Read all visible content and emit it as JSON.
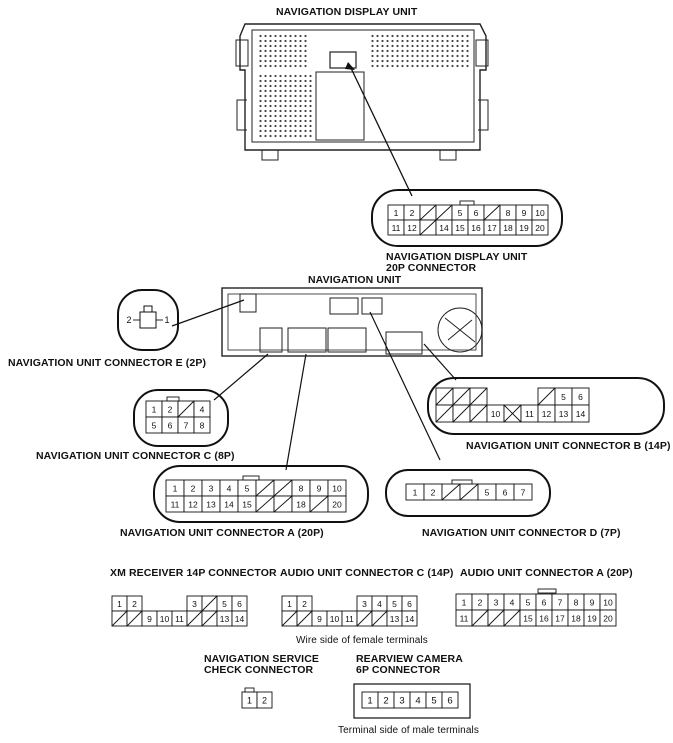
{
  "titles": {
    "display_unit": "NAVIGATION DISPLAY UNIT",
    "display_connector_line1": "NAVIGATION DISPLAY UNIT",
    "display_connector_line2": "20P CONNECTOR",
    "nav_unit": "NAVIGATION UNIT",
    "conn_e": "NAVIGATION UNIT CONNECTOR E (2P)",
    "conn_b": "NAVIGATION UNIT CONNECTOR B (14P)",
    "conn_c": "NAVIGATION UNIT CONNECTOR C (8P)",
    "conn_a": "NAVIGATION UNIT CONNECTOR A (20P)",
    "conn_d": "NAVIGATION UNIT CONNECTOR D (7P)",
    "xm": "XM RECEIVER 14P CONNECTOR",
    "audio_c": "AUDIO UNIT CONNECTOR C (14P)",
    "audio_a": "AUDIO UNIT CONNECTOR A (20P)",
    "wire_side": "Wire side of female terminals",
    "service_line1": "NAVIGATION SERVICE",
    "service_line2": "CHECK CONNECTOR",
    "camera_line1": "REARVIEW CAMERA",
    "camera_line2": "6P CONNECTOR",
    "terminal_side": "Terminal side of male terminals"
  },
  "connectors": {
    "display20p": {
      "row1": [
        "1",
        "2",
        "/",
        "/",
        "5",
        "6",
        "/",
        "8",
        "9",
        "10"
      ],
      "row2": [
        "11",
        "12",
        "/",
        "14",
        "15",
        "16",
        "17",
        "18",
        "19",
        "20"
      ]
    },
    "e2p": {
      "pins": [
        "2",
        "1"
      ]
    },
    "b14p": {
      "row1": [
        "/",
        "/",
        "/",
        "",
        "",
        "",
        "/",
        "5",
        "6"
      ],
      "row2": [
        "/",
        "/",
        "/",
        "10",
        "x",
        "11",
        "12",
        "13",
        "14"
      ]
    },
    "c8p": {
      "row1": [
        "1",
        "2",
        "/",
        "4"
      ],
      "row2": [
        "5",
        "6",
        "7",
        "8"
      ]
    },
    "a20p": {
      "row1": [
        "1",
        "2",
        "3",
        "4",
        "5",
        "/",
        "/",
        "8",
        "9",
        "10"
      ],
      "row2": [
        "11",
        "12",
        "13",
        "14",
        "15",
        "/",
        "/",
        "18",
        "/",
        "20"
      ]
    },
    "d7p": {
      "pins": [
        "1",
        "2",
        "/",
        "/",
        "5",
        "6",
        "7"
      ]
    },
    "xm14p": {
      "row1": [
        "1",
        "2",
        "",
        "",
        "",
        "3",
        "/",
        "5",
        "6"
      ],
      "row2": [
        "/",
        "/",
        "9",
        "10",
        "11",
        "/",
        "/",
        "13",
        "14"
      ]
    },
    "audio_c14p": {
      "row1": [
        "1",
        "2",
        "",
        "",
        "",
        "3",
        "4",
        "5",
        "6"
      ],
      "row2": [
        "/",
        "/",
        "9",
        "10",
        "11",
        "/",
        "/",
        "13",
        "14"
      ]
    },
    "audio_a20p": {
      "row1": [
        "1",
        "2",
        "3",
        "4",
        "5",
        "6",
        "7",
        "8",
        "9",
        "10"
      ],
      "row2": [
        "11",
        "/",
        "/",
        "/",
        "15",
        "16",
        "17",
        "18",
        "19",
        "20"
      ]
    },
    "service2p": {
      "pins": [
        "1",
        "2"
      ]
    },
    "camera6p": {
      "pins": [
        "1",
        "2",
        "3",
        "4",
        "5",
        "6"
      ]
    }
  }
}
